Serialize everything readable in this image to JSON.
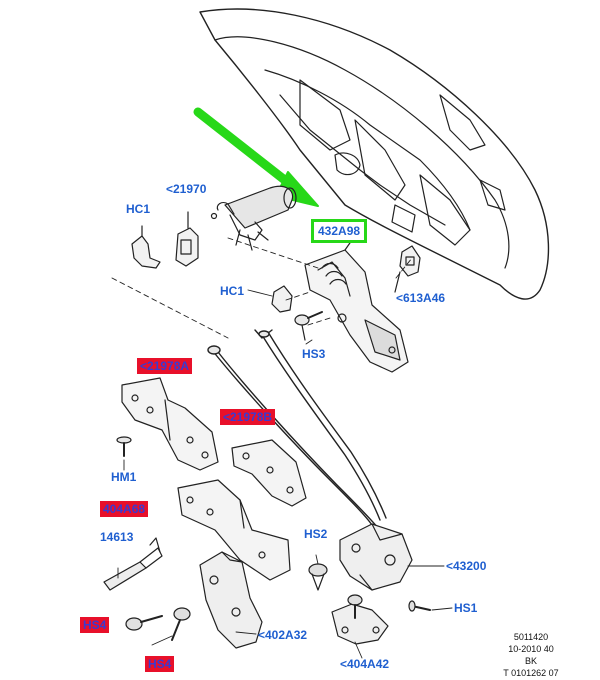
{
  "callouts": {
    "c_21970": "<21970",
    "hc1_top": "HC1",
    "part_432a98": "432A98",
    "hc1_mid": "HC1",
    "part_613a46": "<613A46",
    "hs3": "HS3",
    "part_21978a": "<21978A",
    "part_21978b": "<21978B",
    "hm1": "HM1",
    "part_404a68": "404A68",
    "part_14613": "14613",
    "hs2": "HS2",
    "part_43200": "<43200",
    "hs1": "HS1",
    "hs4_a": "HS4",
    "hs4_b": "HS4",
    "part_402a32": "<402A32",
    "part_404a42": "<404A42"
  },
  "reference": {
    "line1": "5011420",
    "line2": "10-2010 40",
    "line3": "BK",
    "line4": "T 0101262 07"
  },
  "colors": {
    "label_blue": "#1f5fd0",
    "highlight_red": "#e8102a",
    "highlight_green": "#27d818"
  }
}
